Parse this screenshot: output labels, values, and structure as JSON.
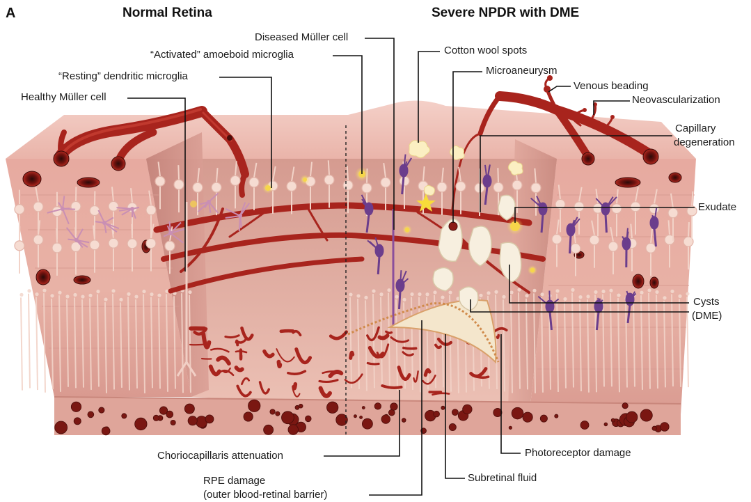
{
  "panel_letter": "A",
  "headers": {
    "left": "Normal Retina",
    "right": "Severe NPDR with DME"
  },
  "labels": {
    "diseased_muller": "Diseased Müller cell",
    "activated_microglia": "“Activated” amoeboid microglia",
    "resting_microglia": "“Resting” dendritic microglia",
    "healthy_muller": "Healthy Müller cell",
    "cotton_wool": "Cotton wool spots",
    "microaneurysm": "Microaneurysm",
    "venous_beading": "Venous beading",
    "neovascularization": "Neovascularization",
    "capillary_degeneration_1": "Capillary",
    "capillary_degeneration_2": "degeneration",
    "exudate": "Exudate",
    "cysts_1": "Cysts",
    "cysts_2": "(DME)",
    "choriocapillaris": "Choriocapillaris attenuation",
    "photoreceptor_damage": "Photoreceptor damage",
    "rpe_damage_1": "RPE damage",
    "rpe_damage_2": "(outer blood-retinal barrier)",
    "subretinal_fluid": "Subretinal fluid"
  },
  "colors": {
    "tissue": "#e9b1a6",
    "tissue_dark": "#d4928a",
    "vessel": "#a8241d",
    "vessel_dark": "#6e120e",
    "microglia_resting": "#c98fb4",
    "microglia_activated": "#6b3d8c",
    "exudate": "#f6d64a",
    "cyst": "#f7efdf",
    "leader": "#111111"
  }
}
